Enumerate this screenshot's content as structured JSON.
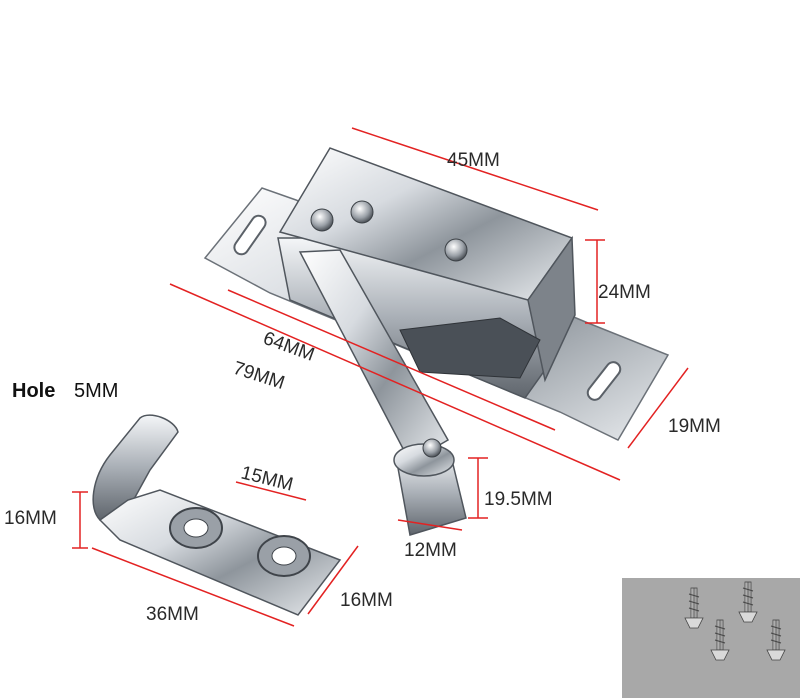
{
  "labels": {
    "top_width": "45MM",
    "height": "24MM",
    "inner_length": "64MM",
    "outer_length": "79MM",
    "base_width": "19MM",
    "roller_height": "19.5MM",
    "roller_width": "12MM",
    "hole_label": "Hole",
    "hole_value": "5MM",
    "hook_height": "16MM",
    "hole_spacing": "15MM",
    "plate_length": "36MM",
    "plate_width": "16MM"
  },
  "colors": {
    "dimension_line": "#e32222",
    "metal_light": "#f1f3f5",
    "metal_mid": "#b9bec4",
    "metal_dark": "#5d636a",
    "screw_panel": "#a8a8a8"
  }
}
